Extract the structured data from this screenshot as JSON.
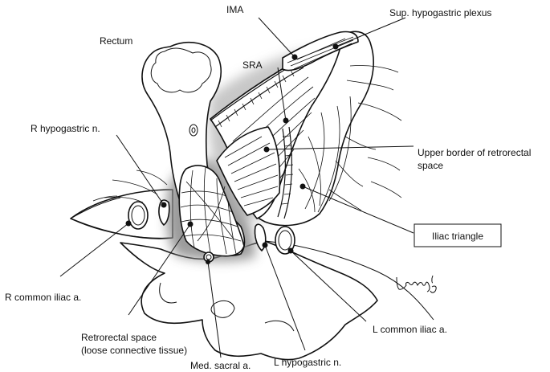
{
  "diagram": {
    "labels": {
      "ima": "IMA",
      "sup_hypogastric_plexus": "Sup. hypogastric plexus",
      "rectum": "Rectum",
      "sra": "SRA",
      "r_hypogastric_n": "R hypogastric n.",
      "upper_border_line1": "Upper border of retrorectal",
      "upper_border_line2": "space",
      "iliac_triangle": "Iliac triangle",
      "r_common_iliac_a": "R common iliac a.",
      "retrorectal_space_line1": "Retrorectal space",
      "retrorectal_space_line2": "(loose connective tissue)",
      "l_common_iliac_a": "L common iliac a.",
      "l_hypogastric_n": "L hypogastric n.",
      "med_sacral_a": "Med. sacral a."
    },
    "signature": "Lonsi"
  },
  "colors": {
    "ink": "#111111",
    "background": "#ffffff",
    "shading": "#9a9a9a",
    "muscle_fill": "#e6e6e6"
  }
}
